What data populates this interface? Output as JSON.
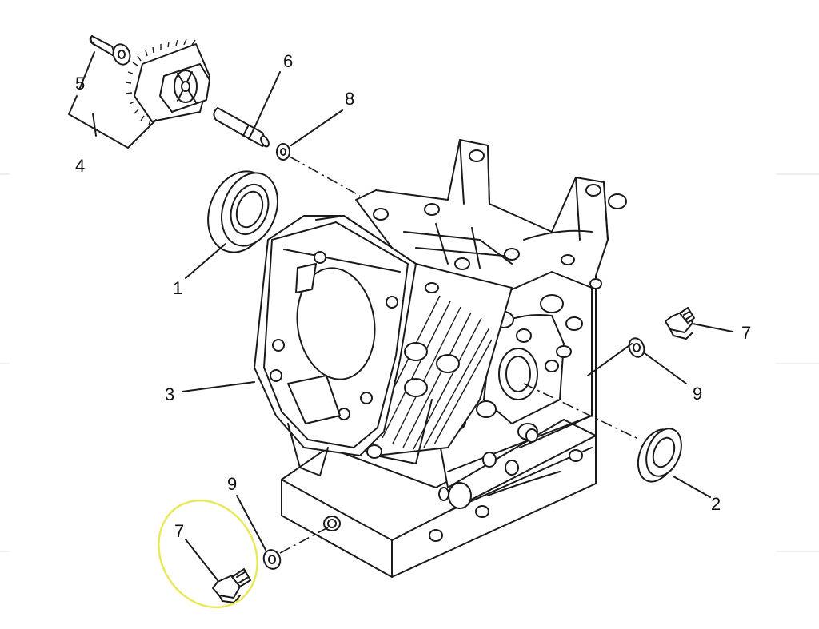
{
  "labels": {
    "ball_bearing": "1",
    "oil_seal": "2",
    "crankcase": "3",
    "governor_gear_assembly": "4",
    "governor_pin": "5",
    "governor_shaft": "6",
    "drain_bolt_right": "7",
    "washer_small": "8",
    "gasket_right": "9",
    "gasket_lower": "9",
    "drain_bolt_lower": "7"
  },
  "highlight": {
    "color": "#e8e85a",
    "target": "drain_bolt_lower"
  },
  "colors": {
    "line": "#1a1a1a",
    "background": "#ffffff"
  }
}
